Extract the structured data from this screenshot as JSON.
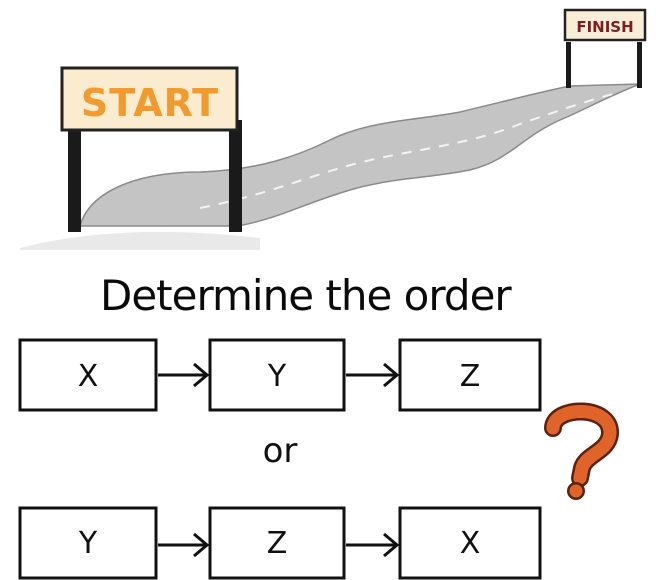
{
  "start_sign": {
    "label": "START",
    "color": "#f29a2e",
    "board": "#fbeccf"
  },
  "finish_sign": {
    "label": "FINISH",
    "color": "#7a1f1f",
    "board": "#f8eed8"
  },
  "heading": "Determine the order",
  "sequence_a": [
    "X",
    "Y",
    "Z"
  ],
  "connector": "or",
  "sequence_b": [
    "Y",
    "Z",
    "X"
  ],
  "question_mark": {
    "icon": "question-mark-icon",
    "color": "#e0632a"
  }
}
